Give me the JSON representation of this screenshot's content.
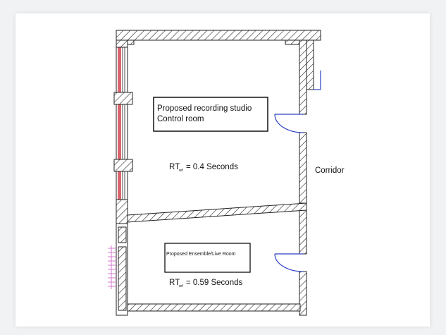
{
  "labels": {
    "control_room_line1": "Proposed recording studio",
    "control_room_line2": "Control room",
    "rt_control_prefix": "RT",
    "rt_control_sub": "ref",
    "rt_control_value": "= 0.4 Seconds",
    "corridor": "Corridor",
    "live_room": "Proposed Ensemble/Live Room",
    "rt_live_prefix": "RT",
    "rt_live_sub": "ref",
    "rt_live_value": "= 0.59 Seconds"
  },
  "colors": {
    "wall_hatch": "#222222",
    "window_accent": "#d9646e",
    "door_blue": "#2b3fc2",
    "stair_pink": "#d67ad0",
    "card_background": "#ffffff",
    "page_background": "#f0f2f4"
  }
}
